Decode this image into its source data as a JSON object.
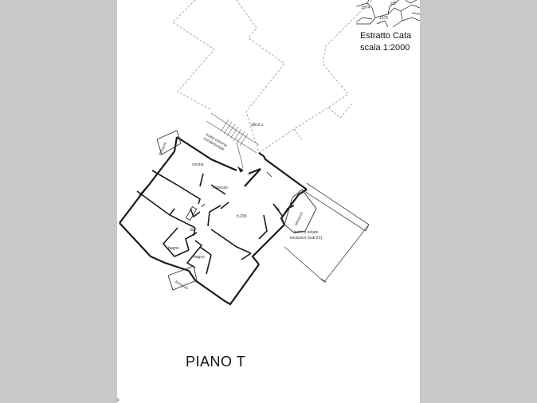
{
  "drawing": {
    "title": "PIANO T",
    "corner_mark": "ii"
  },
  "cadastral": {
    "caption_line1": "Estratto Cata",
    "caption_line2": "scala 1:2000",
    "parcels": [
      "1074",
      "237",
      "1075"
    ]
  },
  "rooms": {
    "altrui": "altrui u.",
    "scale": "scala esterna condominiale",
    "terrazzo_nw": "terrazzo",
    "cucina": "cucina",
    "ingresso": "ingresso",
    "h295": "h.295",
    "terrazzo_e": "terrazzo",
    "dis": "dis",
    "bagno1": "bagno",
    "bagno2": "bagno",
    "terrazzo_s": "terrazzo",
    "lastrico_line1": "lastrico solare",
    "lastrico_line2": "esclusivo (sub.21)"
  }
}
